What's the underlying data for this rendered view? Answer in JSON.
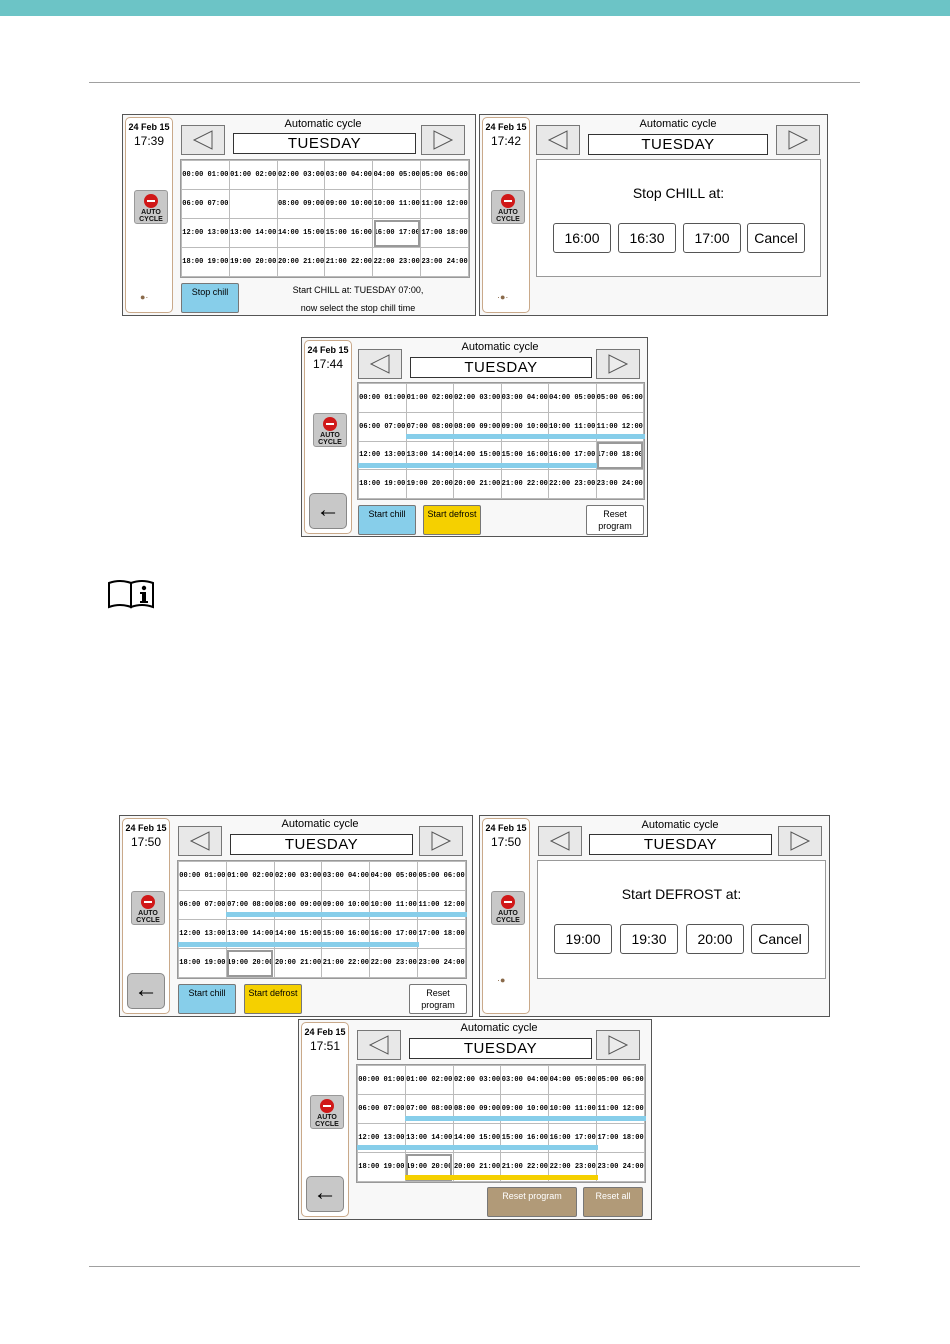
{
  "screens": [
    {
      "date": "24 Feb 15",
      "time": "17:39",
      "title": "Automatic cycle",
      "day": "TUESDAY",
      "auto": "AUTO CYCLE",
      "rows": [
        [
          "00:00 01:00",
          "01:00 02:00",
          "02:00 03:00",
          "03:00 04:00",
          "04:00 05:00",
          "05:00 06:00"
        ],
        [
          "06:00 07:00",
          "",
          "08:00 09:00",
          "09:00 10:00",
          "10:00 11:00",
          "11:00 12:00"
        ],
        [
          "12:00 13:00",
          "13:00 14:00",
          "14:00 15:00",
          "15:00 16:00",
          "16:00 17:00",
          "17:00 18:00"
        ],
        [
          "18:00 19:00",
          "19:00 20:00",
          "20:00 21:00",
          "21:00 22:00",
          "22:00 23:00",
          "23:00 24:00"
        ]
      ],
      "button": "Stop chill",
      "status_line1": "Start CHILL at: TUESDAY 07:00,",
      "status_line2": "now select the stop chill time"
    },
    {
      "date": "24 Feb 15",
      "time": "17:42",
      "title": "Automatic cycle",
      "day": "TUESDAY",
      "auto": "AUTO CYCLE",
      "message": "Stop CHILL at:",
      "options": [
        "16:00",
        "16:30",
        "17:00",
        "Cancel"
      ]
    },
    {
      "date": "24 Feb 15",
      "time": "17:44",
      "title": "Automatic cycle",
      "day": "TUESDAY",
      "auto": "AUTO CYCLE",
      "rows": [
        [
          "00:00 01:00",
          "01:00 02:00",
          "02:00 03:00",
          "03:00 04:00",
          "04:00 05:00",
          "05:00 06:00"
        ],
        [
          "06:00 07:00",
          "07:00 08:00",
          "08:00 09:00",
          "09:00 10:00",
          "10:00 11:00",
          "11:00 12:00"
        ],
        [
          "12:00 13:00",
          "13:00 14:00",
          "14:00 15:00",
          "15:00 16:00",
          "16:00 17:00",
          "17:00 18:00"
        ],
        [
          "18:00 19:00",
          "19:00 20:00",
          "20:00 21:00",
          "21:00 22:00",
          "22:00 23:00",
          "23:00 24:00"
        ]
      ],
      "btn1": "Start chill",
      "btn2": "Start defrost",
      "btn3": "Reset program"
    },
    {
      "date": "24 Feb 15",
      "time": "17:50",
      "title": "Automatic cycle",
      "day": "TUESDAY",
      "auto": "AUTO CYCLE",
      "rows": [
        [
          "00:00 01:00",
          "01:00 02:00",
          "02:00 03:00",
          "03:00 04:00",
          "04:00 05:00",
          "05:00 06:00"
        ],
        [
          "06:00 07:00",
          "07:00 08:00",
          "08:00 09:00",
          "09:00 10:00",
          "10:00 11:00",
          "11:00 12:00"
        ],
        [
          "12:00 13:00",
          "13:00 14:00",
          "14:00 15:00",
          "15:00 16:00",
          "16:00 17:00",
          "17:00 18:00"
        ],
        [
          "18:00 19:00",
          "19:00 20:00",
          "20:00 21:00",
          "21:00 22:00",
          "22:00 23:00",
          "23:00 24:00"
        ]
      ],
      "btn1": "Start chill",
      "btn2": "Start defrost",
      "btn3": "Reset program"
    },
    {
      "date": "24 Feb 15",
      "time": "17:50",
      "title": "Automatic cycle",
      "day": "TUESDAY",
      "auto": "AUTO CYCLE",
      "message": "Start DEFROST at:",
      "options": [
        "19:00",
        "19:30",
        "20:00",
        "Cancel"
      ]
    },
    {
      "date": "24 Feb 15",
      "time": "17:51",
      "title": "Automatic cycle",
      "day": "TUESDAY",
      "auto": "AUTO CYCLE",
      "rows": [
        [
          "00:00 01:00",
          "01:00 02:00",
          "02:00 03:00",
          "03:00 04:00",
          "04:00 05:00",
          "05:00 06:00"
        ],
        [
          "06:00 07:00",
          "07:00 08:00",
          "08:00 09:00",
          "09:00 10:00",
          "10:00 11:00",
          "11:00 12:00"
        ],
        [
          "12:00 13:00",
          "13:00 14:00",
          "14:00 15:00",
          "15:00 16:00",
          "16:00 17:00",
          "17:00 18:00"
        ],
        [
          "18:00 19:00",
          "19:00 20:00",
          "20:00 21:00",
          "21:00 22:00",
          "22:00 23:00",
          "23:00 24:00"
        ]
      ],
      "btn1": "Reset program",
      "btn2": "Reset all"
    }
  ]
}
